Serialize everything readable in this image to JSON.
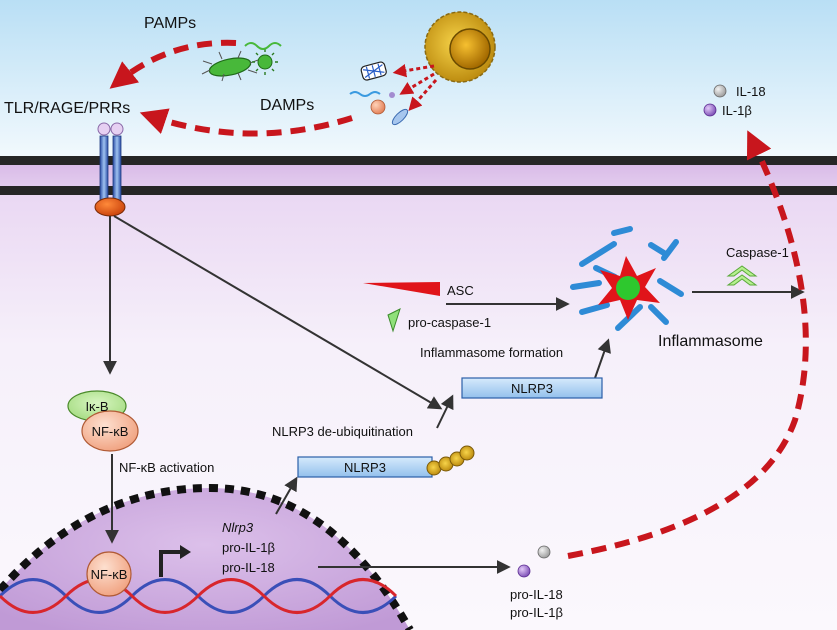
{
  "labels": {
    "pamps": "PAMPs",
    "damps": "DAMPs",
    "receptor": "TLR/RAGE/PRRs",
    "il18_top": "IL-18",
    "il1b_top": "IL-1β",
    "caspase1": "Caspase-1",
    "asc": "ASC",
    "procaspase1": "pro-caspase-1",
    "inflammasome_formation": "Inflammasome formation",
    "inflammasome": "Inflammasome",
    "nlrp3_upper": "NLRP3",
    "nlrp3_lower": "NLRP3",
    "nlrp3_deub": "NLRP3 de-ubiquitination",
    "ikb": "Iκ-B",
    "nfkb_cyto": "NF-κB",
    "nfkb_activation": "NF-κB activation",
    "nfkb_nuc": "NF-κB",
    "gene_nlrp3": "Nlrp3",
    "gene_proil1b": "pro-IL-1β",
    "gene_proil18": "pro-IL-18",
    "pro_il18": "pro-IL-18",
    "pro_il1b": "pro-IL-1β"
  },
  "colors": {
    "extracellular_top": "#cfe8f6",
    "cytoplasm": "#f3ecf8",
    "membrane": "#222222",
    "danger_arrow": "#c8161d",
    "nucleus": "#d2b0e0",
    "nlrp3_box": "#a9cdf0",
    "ubiquitin": "#c79a22",
    "nfkb": "#f6b99c",
    "ikb": "#b9e59a",
    "il18": "#c8c8c8",
    "il1b": "#a77ed0",
    "asc": "#e0141a",
    "procaspase": "#8fe07a",
    "inflammasome_core": "#2ec82e",
    "inflammasome_rods": "#2e8bd6",
    "caspase_chevron": "#b6f08f"
  }
}
